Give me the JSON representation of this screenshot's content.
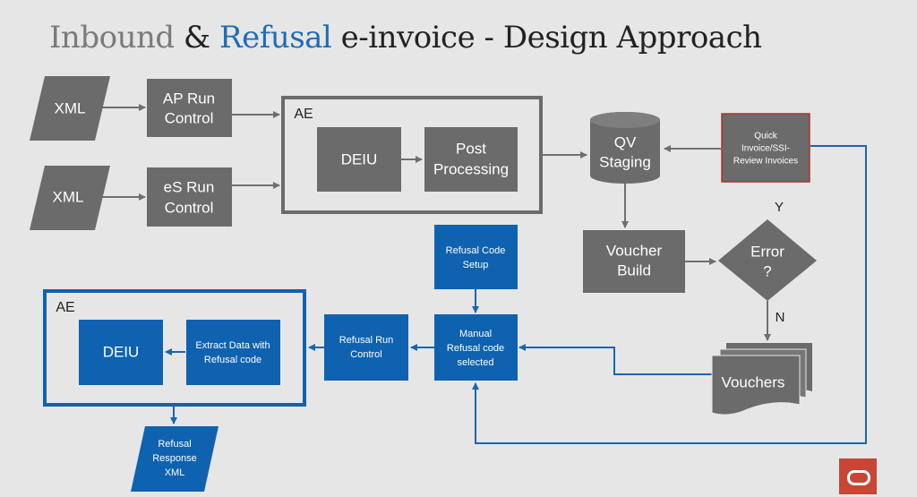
{
  "title": {
    "part1": "Inbound",
    "part2": " & ",
    "part3": "Refusal",
    "part4": " e-invoice - Design Approach"
  },
  "nodes": {
    "xml_1": "XML",
    "xml_2": "XML",
    "ap_run_control": [
      "AP Run",
      "Control"
    ],
    "es_run_control": [
      "eS Run",
      "Control"
    ],
    "ae_top": "AE",
    "deiu_top": "DEIU",
    "post_processing": [
      "Post",
      "Processing"
    ],
    "qv_staging": [
      "QV",
      "Staging"
    ],
    "quick_invoice": [
      "Quick",
      "Invoice/SSI-",
      "Review Invoices"
    ],
    "voucher_build": [
      "Voucher",
      "Build"
    ],
    "error": [
      "Error",
      "?"
    ],
    "decision_yes": "Y",
    "decision_no": "N",
    "vouchers": "Vouchers",
    "refusal_code_setup": [
      "Refusal Code",
      "Setup"
    ],
    "manual_refusal": [
      "Manual",
      "Refusal code",
      "selected"
    ],
    "refusal_run_control": [
      "Refusal Run",
      "Control"
    ],
    "ae_bottom": "AE",
    "deiu_bottom": "DEIU",
    "extract_data": [
      "Extract Data with",
      "Refusal code"
    ],
    "refusal_response": [
      "Refusal",
      "Response",
      "XML"
    ]
  },
  "colors": {
    "gray_box": "#6b6b6b",
    "blue_box": "#0f62b0",
    "arrow_gray": "#6f6f6f",
    "arrow_blue": "#1a66b0",
    "quick_invoice_border": "#b03030",
    "logo": "#c74634"
  },
  "logo_icon": "oracle-logo-icon"
}
